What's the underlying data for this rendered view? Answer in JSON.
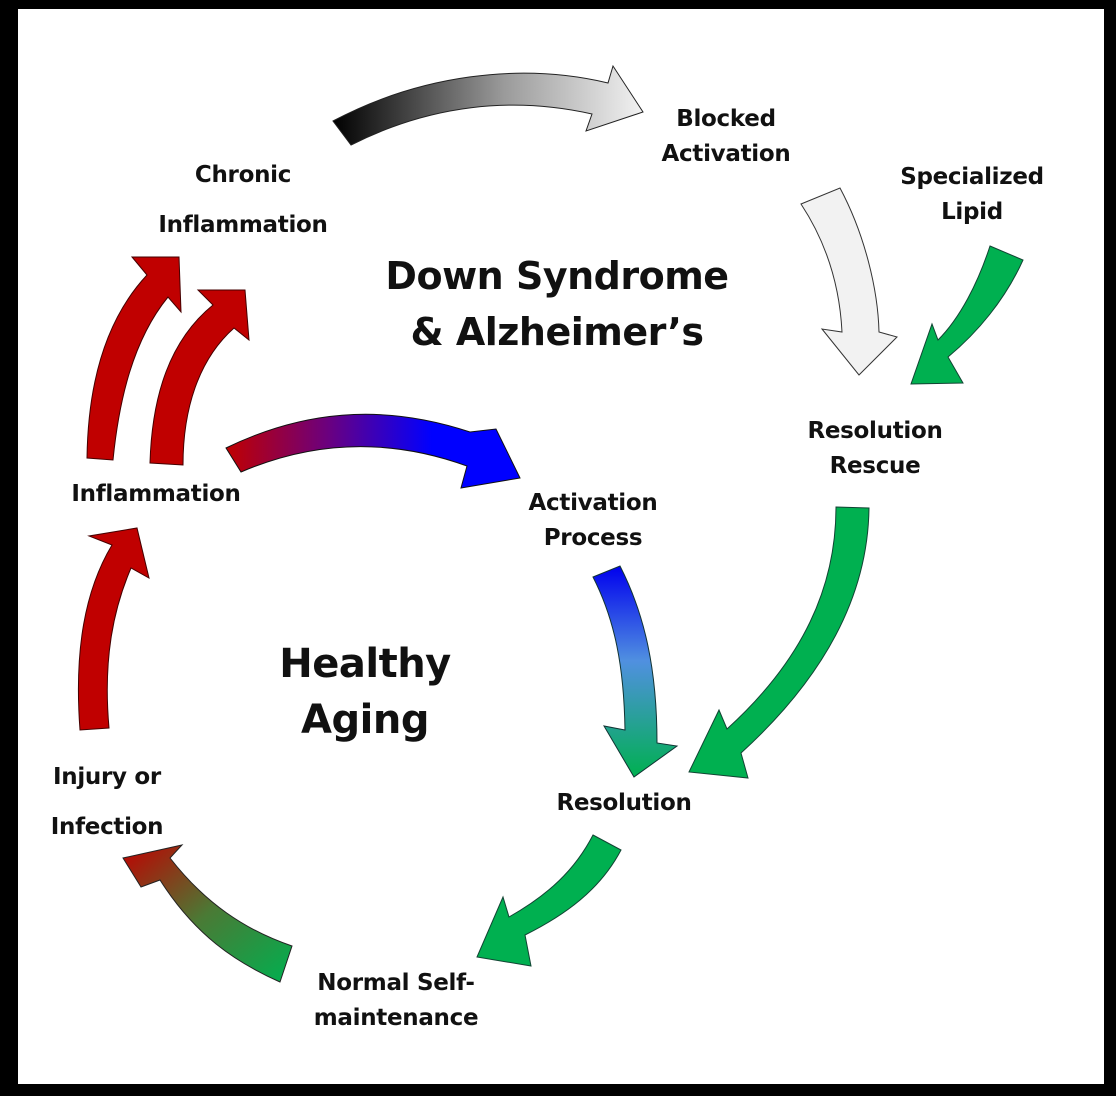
{
  "diagram": {
    "outer_cycle_title": {
      "line1": "Down Syndrome",
      "line2": "& Alzheimer’s"
    },
    "inner_cycle_title": {
      "line1": "Healthy",
      "line2": "Aging"
    },
    "nodes": {
      "chronic_inflammation": {
        "line1": "Chronic",
        "line2": "Inflammation"
      },
      "blocked_activation": {
        "line1": "Blocked",
        "line2": "Activation"
      },
      "specialized_lipid": {
        "line1": "Specialized",
        "line2": "Lipid"
      },
      "resolution_rescue": {
        "line1": "Resolution",
        "line2": "Rescue"
      },
      "inflammation": {
        "line1": "Inflammation"
      },
      "activation_process": {
        "line1": "Activation",
        "line2": "Process"
      },
      "resolution": {
        "line1": "Resolution"
      },
      "normal_self_maintenance": {
        "line1": "Normal Self-",
        "line2": "maintenance"
      },
      "injury_or_infection": {
        "line1": "Injury or",
        "line2": "Infection"
      }
    },
    "edges": [
      {
        "from": "Chronic Inflammation",
        "to": "Blocked Activation",
        "color_from": "#000000",
        "color_to": "#f2f2f2"
      },
      {
        "from": "Blocked Activation",
        "to": "Resolution Rescue",
        "color": "#f2f2f2"
      },
      {
        "from": "Specialized Lipid",
        "to": "Resolution Rescue",
        "color": "#00b050"
      },
      {
        "from": "Resolution Rescue",
        "to": "Resolution",
        "color": "#00b050"
      },
      {
        "from": "Inflammation",
        "to": "Chronic Inflammation",
        "color": "#c00000",
        "count": 2
      },
      {
        "from": "Inflammation",
        "to": "Activation Process",
        "color_from": "#c00000",
        "color_to": "#0000ff"
      },
      {
        "from": "Activation Process",
        "to": "Resolution",
        "color_from": "#0000ff",
        "color_to": "#00b050"
      },
      {
        "from": "Resolution",
        "to": "Normal Self-maintenance",
        "color": "#00b050"
      },
      {
        "from": "Normal Self-maintenance",
        "to": "Injury or Infection",
        "color_from": "#00b050",
        "color_to": "#c00000"
      },
      {
        "from": "Injury or Infection",
        "to": "Inflammation",
        "color": "#c00000"
      }
    ],
    "colors": {
      "inflammation_red": "#c00000",
      "resolution_green": "#00b050",
      "activation_blue": "#0000ff",
      "blocked_gray": "#f2f2f2",
      "frame_black": "#000000"
    }
  }
}
